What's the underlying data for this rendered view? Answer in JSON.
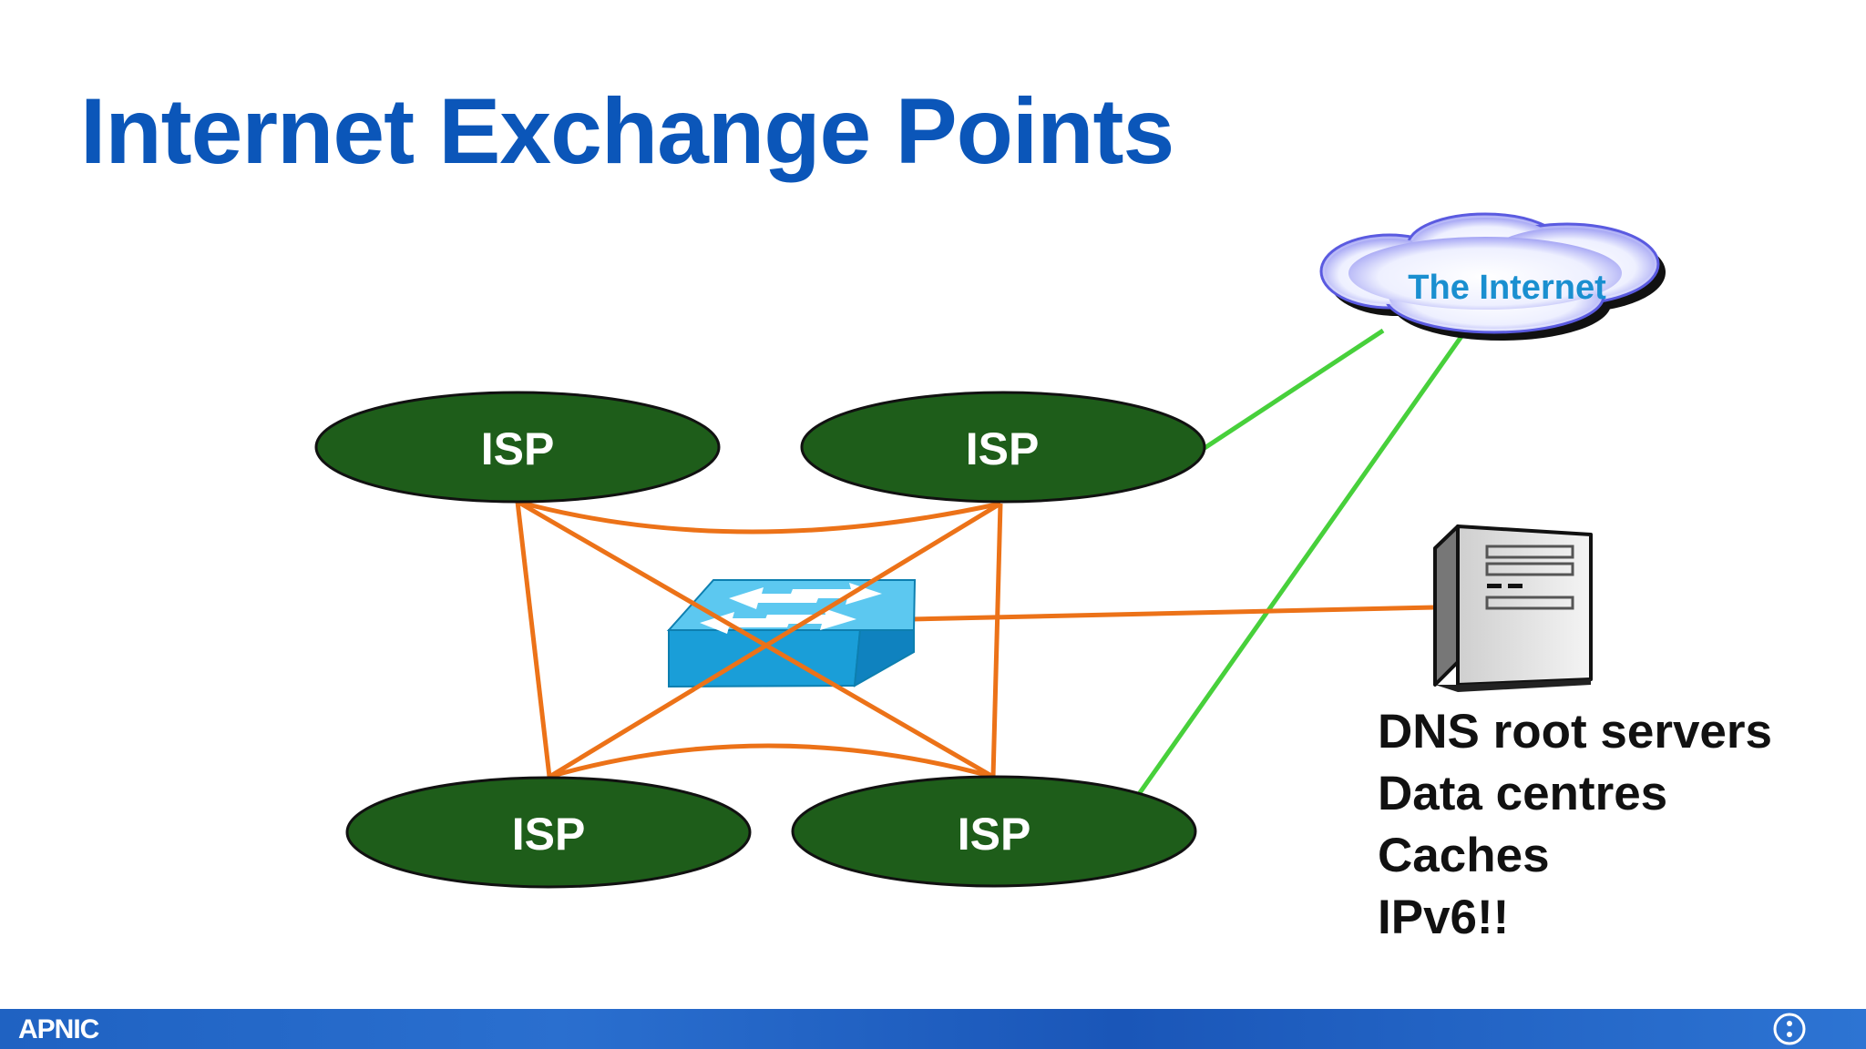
{
  "slide": {
    "title": "Internet Exchange Points",
    "footer_brand": "APNIC"
  },
  "diagram": {
    "isp_labels": [
      "ISP",
      "ISP",
      "ISP",
      "ISP"
    ],
    "cloud_label": "The Internet",
    "resources": [
      "DNS root servers",
      "Data centres",
      "Caches",
      "IPv6!!"
    ],
    "colors": {
      "isp_fill": "#1e5d1a",
      "orange_links": "#ec7218",
      "green_links": "#47d03b",
      "switch": "#1aa6dc",
      "title": "#0b56b9"
    },
    "icons": [
      "cloud-icon",
      "switch-icon",
      "server-icon"
    ]
  }
}
